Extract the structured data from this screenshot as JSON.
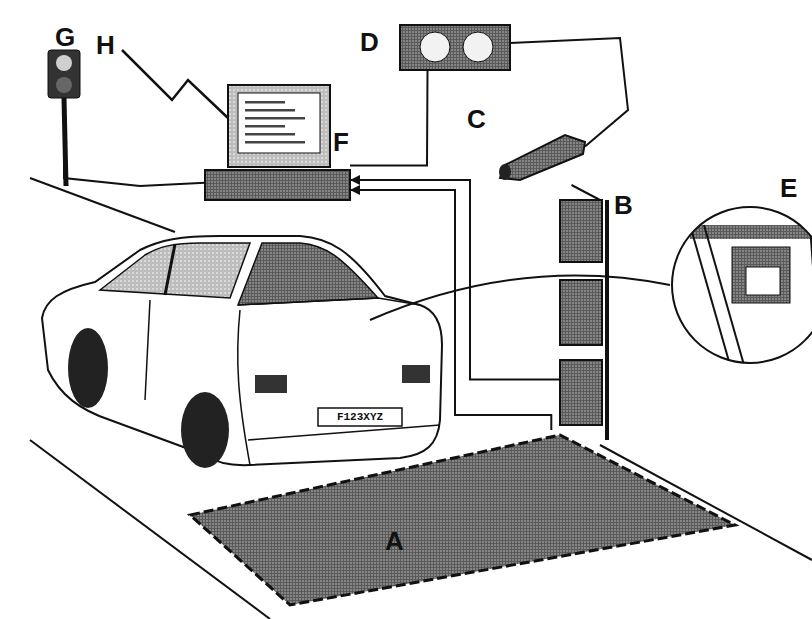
{
  "diagram": {
    "nodes": [
      {
        "text": [
          "G"
        ]
      },
      {
        "text": [
          "D"
        ]
      },
      {
        "text": [
          "F"
        ]
      },
      {
        "text": [
          "C"
        ]
      },
      {
        "text": [
          "B"
        ]
      },
      {
        "text": [
          "E"
        ]
      },
      {
        "text": [
          "A"
        ]
      }
    ],
    "edges": [
      {
        "from": 0,
        "to": 2,
        "arrow": "none"
      },
      {
        "from": 1,
        "to": 2,
        "arrow": "none"
      },
      {
        "from": 1,
        "to": 3,
        "arrow": "none"
      },
      {
        "from": 3,
        "to": 4,
        "arrow": "none"
      },
      {
        "from": 4,
        "to": 2,
        "arrow": "to"
      },
      {
        "from": 6,
        "to": 2,
        "arrow": "to"
      }
    ],
    "labels": [
      "H",
      "F123XYZ"
    ]
  }
}
